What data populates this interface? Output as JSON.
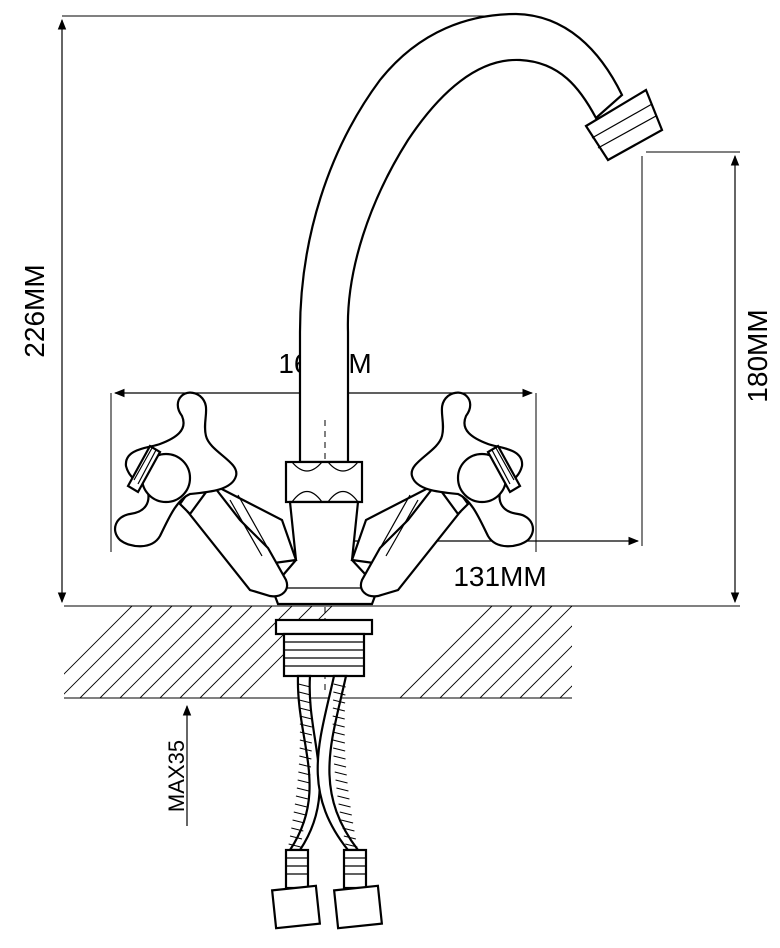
{
  "dimensions": {
    "total_height": "226MM",
    "spout_height": "180MM",
    "handle_spread": "160MM",
    "spout_reach": "131MM",
    "max_counter_thickness": "MAX35"
  },
  "colors": {
    "line": "#000000",
    "background": "#ffffff"
  }
}
